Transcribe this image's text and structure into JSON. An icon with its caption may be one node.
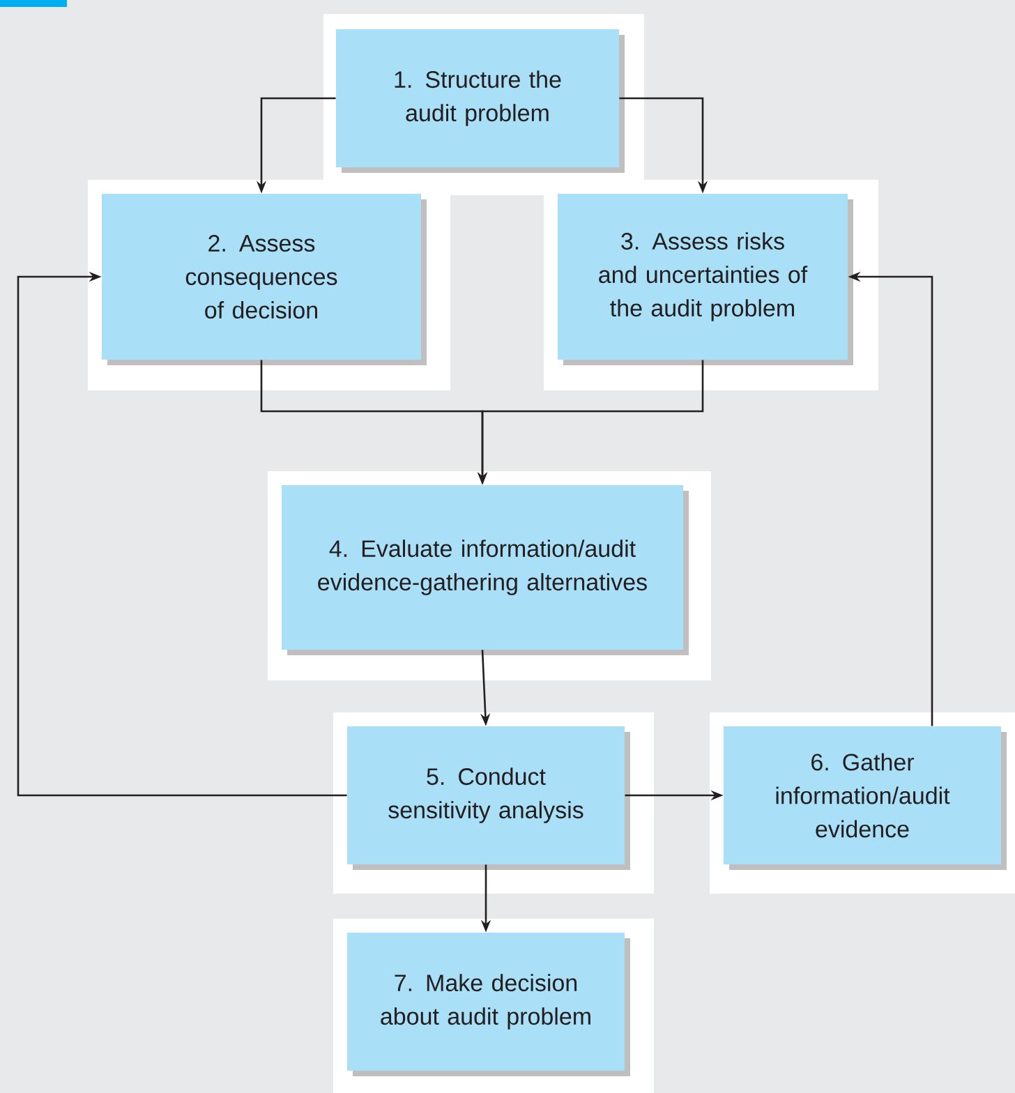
{
  "diagram": {
    "nodes": [
      {
        "text": [
          "1. Structure the audit problem"
        ]
      },
      {
        "text": [
          "2. Assess consequences of decision"
        ]
      },
      {
        "text": [
          "3. Assess risks and uncertainties of the audit problem"
        ]
      },
      {
        "text": [
          "4. Evaluate information/audit evidence-gathering alternatives"
        ]
      },
      {
        "text": [
          "5. Conduct sensitivity analysis"
        ]
      },
      {
        "text": [
          "6. Gather information/audit evidence"
        ]
      },
      {
        "text": [
          "7. Make decision about audit problem"
        ]
      }
    ],
    "edges": [
      {
        "from": 0,
        "to": 1,
        "arrow": "to"
      },
      {
        "from": 0,
        "to": 2,
        "arrow": "to"
      },
      {
        "from": 1,
        "to": 3,
        "arrow": "to"
      },
      {
        "from": 2,
        "to": 3,
        "arrow": "to"
      },
      {
        "from": 3,
        "to": 4,
        "arrow": "to"
      },
      {
        "from": 4,
        "to": 1,
        "arrow": "to"
      },
      {
        "from": 4,
        "to": 5,
        "arrow": "to"
      },
      {
        "from": 5,
        "to": 2,
        "arrow": "to"
      },
      {
        "from": 4,
        "to": 6,
        "arrow": "to"
      }
    ]
  }
}
